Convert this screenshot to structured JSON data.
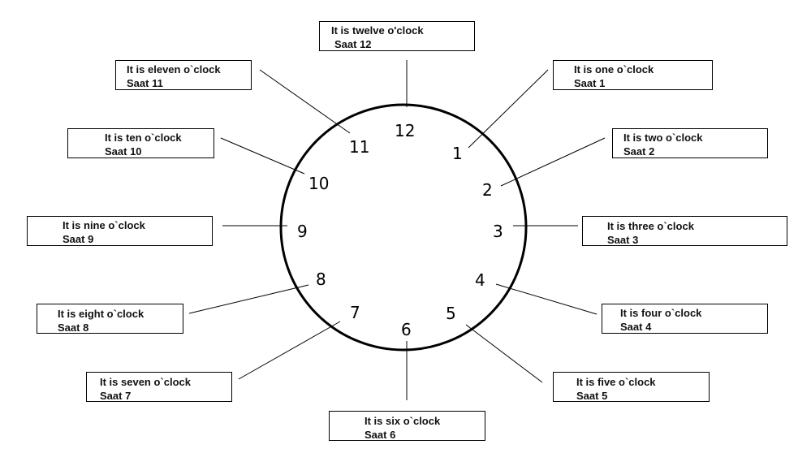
{
  "clock": {
    "numbers": [
      "12",
      "1",
      "2",
      "3",
      "4",
      "5",
      "6",
      "7",
      "8",
      "9",
      "10",
      "11"
    ]
  },
  "labels": [
    {
      "hour": "12",
      "english": "It is twelve o'clock",
      "turkish": "Saat 12"
    },
    {
      "hour": "1",
      "english": "It is one o`clock",
      "turkish": "Saat 1"
    },
    {
      "hour": "2",
      "english": "It is two o`clock",
      "turkish": "Saat 2"
    },
    {
      "hour": "3",
      "english": "It is three o`clock",
      "turkish": "Saat 3"
    },
    {
      "hour": "4",
      "english": "It is four o`clock",
      "turkish": "Saat 4"
    },
    {
      "hour": "5",
      "english": "It is five o`clock",
      "turkish": "Saat 5"
    },
    {
      "hour": "6",
      "english": "It is six o`clock",
      "turkish": "Saat 6"
    },
    {
      "hour": "7",
      "english": "It is seven o`clock",
      "turkish": "Saat 7"
    },
    {
      "hour": "8",
      "english": "It is eight o`clock",
      "turkish": "Saat 8"
    },
    {
      "hour": "9",
      "english": "It is nine o`clock",
      "turkish": "Saat 9"
    },
    {
      "hour": "10",
      "english": "It is ten o`clock",
      "turkish": "Saat 10"
    },
    {
      "hour": "11",
      "english": "It is eleven o`clock",
      "turkish": "Saat 11"
    }
  ]
}
